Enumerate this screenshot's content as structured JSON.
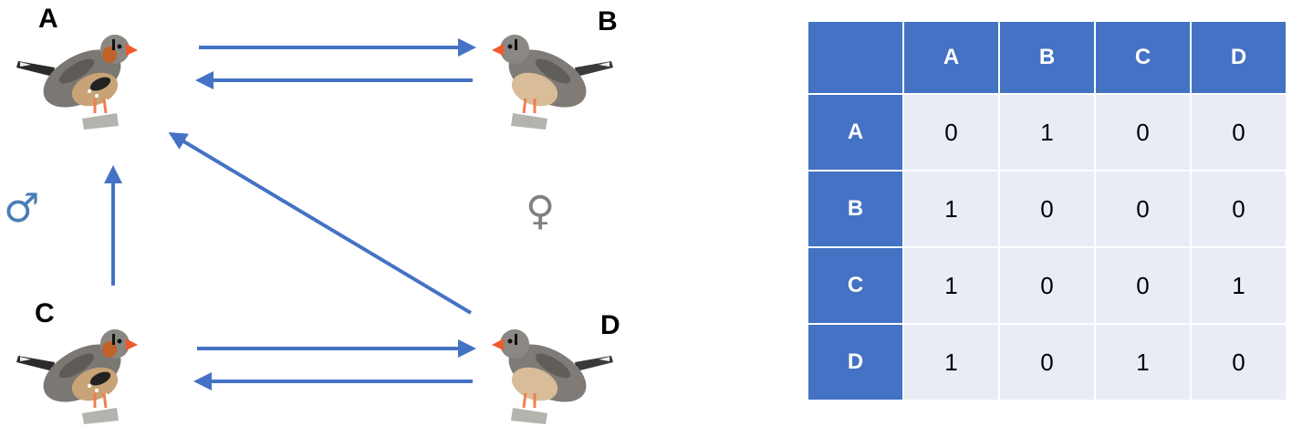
{
  "diagram": {
    "nodes": [
      {
        "id": "A",
        "label": "A",
        "sex": "male"
      },
      {
        "id": "B",
        "label": "B",
        "sex": "female"
      },
      {
        "id": "C",
        "label": "C",
        "sex": "male"
      },
      {
        "id": "D",
        "label": "D",
        "sex": "female"
      }
    ],
    "edges": [
      {
        "from": "A",
        "to": "B"
      },
      {
        "from": "B",
        "to": "A"
      },
      {
        "from": "C",
        "to": "A"
      },
      {
        "from": "D",
        "to": "A"
      },
      {
        "from": "C",
        "to": "D"
      },
      {
        "from": "D",
        "to": "C"
      }
    ],
    "male_symbol": "♂",
    "female_symbol": "♀"
  },
  "matrix": {
    "columns": [
      "A",
      "B",
      "C",
      "D"
    ],
    "rows": [
      {
        "label": "A",
        "values": [
          "0",
          "1",
          "0",
          "0"
        ]
      },
      {
        "label": "B",
        "values": [
          "1",
          "0",
          "0",
          "0"
        ]
      },
      {
        "label": "C",
        "values": [
          "1",
          "0",
          "0",
          "1"
        ]
      },
      {
        "label": "D",
        "values": [
          "1",
          "0",
          "1",
          "0"
        ]
      }
    ]
  },
  "colors": {
    "arrow": "#4472c4",
    "header_fill": "#4472c4",
    "cell_fill": "#e9ebf5",
    "male_symbol": "#4a7db5",
    "female_symbol": "#808080"
  }
}
